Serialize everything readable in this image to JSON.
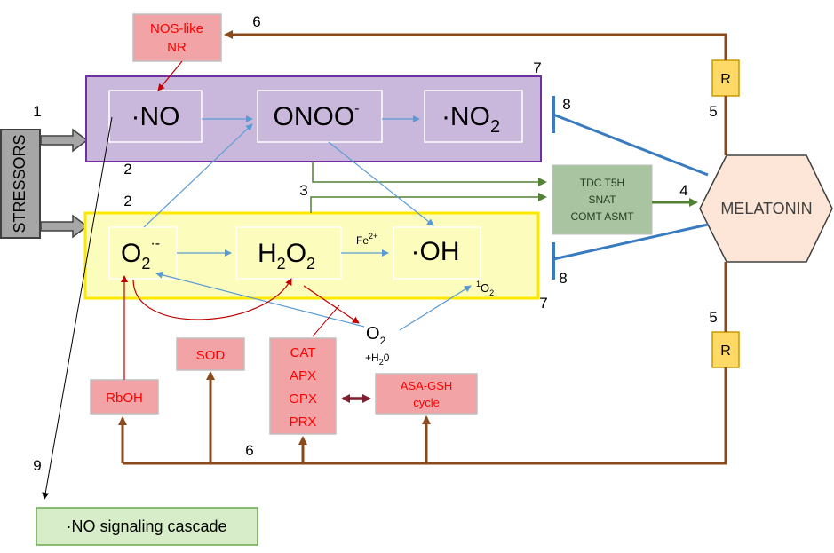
{
  "stressors": "STRESSORS",
  "numbers": {
    "n1": "1",
    "n2a": "2",
    "n2b": "2",
    "n3": "3",
    "n4": "4",
    "n5a": "5",
    "n5b": "5",
    "n6a": "6",
    "n6b": "6",
    "n7a": "7",
    "n7b": "7",
    "n8a": "8",
    "n8b": "8",
    "n9": "9"
  },
  "rns_box": {
    "no": "·NO",
    "onoo": "ONOO",
    "onoo_sup": "-",
    "no2": "·NO",
    "no2_sub": "2"
  },
  "ros_box": {
    "o2": "O",
    "o2_sub": "2",
    "o2_sup": "·-",
    "h2o2_a": "H",
    "h2o2_sub1": "2",
    "h2o2_b": "O",
    "h2o2_sub2": "2",
    "oh": "·OH",
    "fe": "Fe",
    "fe_sup": "2+",
    "singlet_sup": "1",
    "singlet": "O",
    "singlet_sub": "2"
  },
  "oxygen": {
    "o": "O",
    "o_sub": "2",
    "water": "+H",
    "water_sub": "2",
    "water_end": "0"
  },
  "nos_box": {
    "line1": "NOS-like",
    "line2": "NR"
  },
  "enzymes": {
    "line1": "TDC T5H",
    "line2": "SNAT",
    "line3": "COMT ASMT"
  },
  "melatonin": "MELATONIN",
  "receptor_r": "R",
  "rboh": "RbOH",
  "sod": "SOD",
  "antioxidants": [
    "CAT",
    "APX",
    "GPX",
    "PRX"
  ],
  "asa_gsh": {
    "line1": "ASA-GSH",
    "line2": "cycle"
  },
  "no_signaling": "·NO signaling cascade",
  "colors": {
    "rns_fill": "#c9b8dc",
    "rns_border": "#7030a0",
    "ros_fill": "#fcfcbc",
    "ros_border": "#ffe800",
    "enzyme_fill": "#f2a3a5",
    "enzyme_text": "#ff0000",
    "brown": "#8b4a1c",
    "blue": "#4f8fbe",
    "green": "#538135",
    "melatonin_fill": "#fde6d8",
    "r_fill": "#ffd966"
  }
}
